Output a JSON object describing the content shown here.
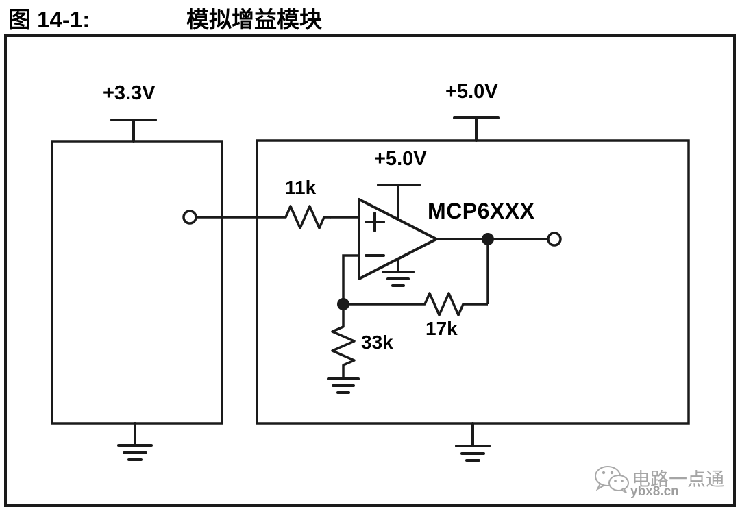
{
  "caption": {
    "figure_number": "图 14-1:",
    "title": "模拟增益模块"
  },
  "diagram": {
    "supplies": [
      {
        "name": "left-block-supply",
        "label": "+3.3V"
      },
      {
        "name": "right-block-supply",
        "label": "+5.0V"
      },
      {
        "name": "opamp-supply",
        "label": "+5.0V"
      }
    ],
    "components": [
      {
        "name": "input-resistor",
        "label": "11k",
        "value_ohms": 11000
      },
      {
        "name": "feedback-resistor",
        "label": "17k",
        "value_ohms": 17000
      },
      {
        "name": "gain-set-resistor",
        "label": "33k",
        "value_ohms": 33000
      },
      {
        "name": "opamp",
        "label": "MCP6XXX"
      }
    ],
    "opamp_pins": {
      "noninverting": "+",
      "inverting": "−"
    },
    "colors": {
      "line": "#1a1a1a",
      "background": "#ffffff",
      "text": "#000000"
    }
  },
  "watermark": {
    "brand": "电路一点通",
    "site": "ybx8.cn"
  }
}
